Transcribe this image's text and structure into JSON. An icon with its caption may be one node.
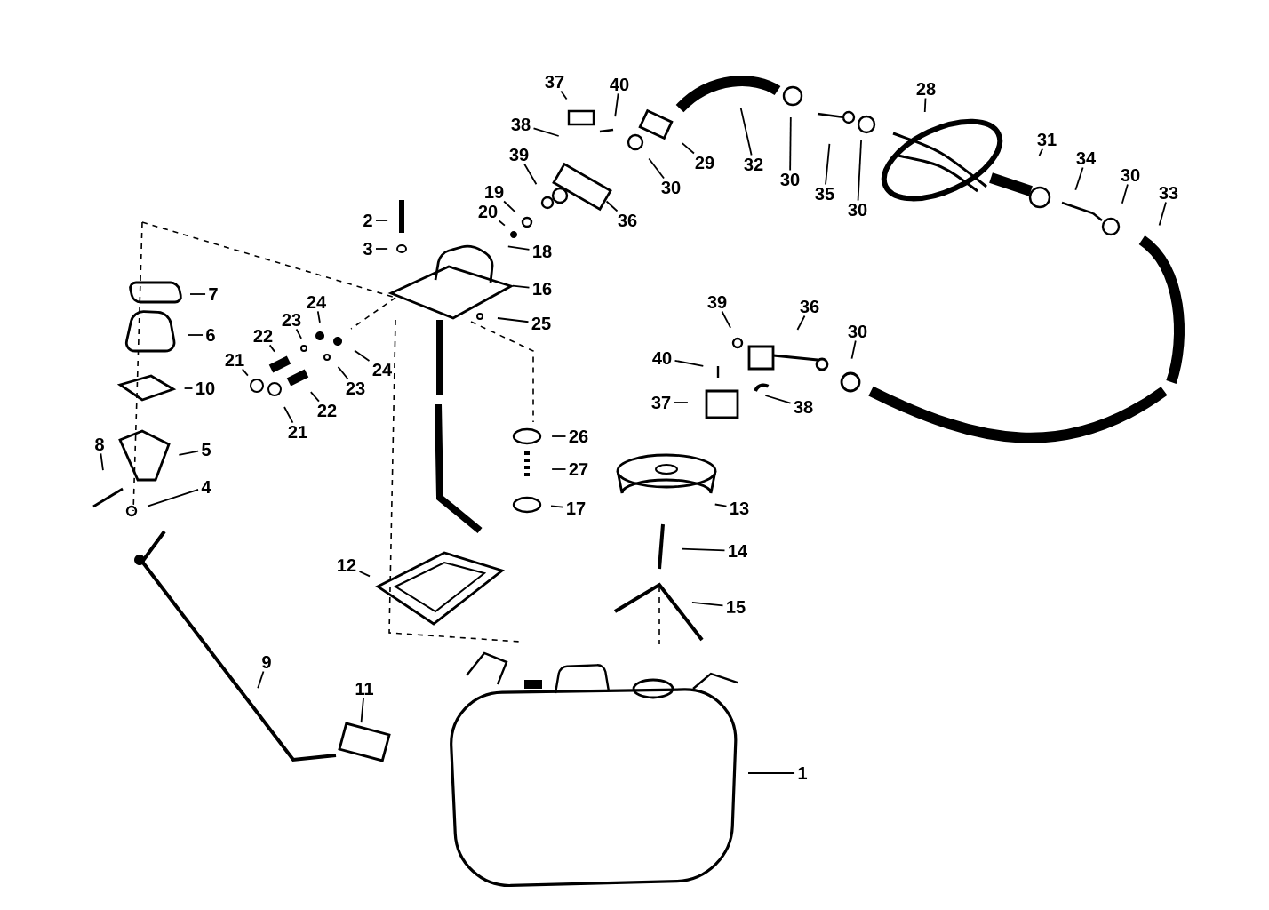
{
  "diagram": {
    "nodes": [
      {
        "text": [
          "37"
        ]
      },
      {
        "text": [
          "40"
        ]
      },
      {
        "text": [
          "38"
        ]
      },
      {
        "text": [
          "28"
        ]
      },
      {
        "text": [
          "32"
        ]
      },
      {
        "text": [
          "29"
        ]
      },
      {
        "text": [
          "30"
        ]
      },
      {
        "text": [
          "35"
        ]
      },
      {
        "text": [
          "30"
        ]
      },
      {
        "text": [
          "30"
        ]
      },
      {
        "text": [
          "31"
        ]
      },
      {
        "text": [
          "34"
        ]
      },
      {
        "text": [
          "30"
        ]
      },
      {
        "text": [
          "33"
        ]
      },
      {
        "text": [
          "39"
        ]
      },
      {
        "text": [
          "19"
        ]
      },
      {
        "text": [
          "36"
        ]
      },
      {
        "text": [
          "20"
        ]
      },
      {
        "text": [
          "2"
        ]
      },
      {
        "text": [
          "3"
        ]
      },
      {
        "text": [
          "18"
        ]
      },
      {
        "text": [
          "16"
        ]
      },
      {
        "text": [
          "7"
        ]
      },
      {
        "text": [
          "24"
        ]
      },
      {
        "text": [
          "6"
        ]
      },
      {
        "text": [
          "25"
        ]
      },
      {
        "text": [
          "23"
        ]
      },
      {
        "text": [
          "22"
        ]
      },
      {
        "text": [
          "24"
        ]
      },
      {
        "text": [
          "23"
        ]
      },
      {
        "text": [
          "21"
        ]
      },
      {
        "text": [
          "10"
        ]
      },
      {
        "text": [
          "22"
        ]
      },
      {
        "text": [
          "21"
        ]
      },
      {
        "text": [
          "8"
        ]
      },
      {
        "text": [
          "5"
        ]
      },
      {
        "text": [
          "4"
        ]
      },
      {
        "text": [
          "39"
        ]
      },
      {
        "text": [
          "36"
        ]
      },
      {
        "text": [
          "30"
        ]
      },
      {
        "text": [
          "40"
        ]
      },
      {
        "text": [
          "37"
        ]
      },
      {
        "text": [
          "38"
        ]
      },
      {
        "text": [
          "26"
        ]
      },
      {
        "text": [
          "27"
        ]
      },
      {
        "text": [
          "13"
        ]
      },
      {
        "text": [
          "17"
        ]
      },
      {
        "text": [
          "14"
        ]
      },
      {
        "text": [
          "12"
        ]
      },
      {
        "text": [
          "15"
        ]
      },
      {
        "text": [
          "9"
        ]
      },
      {
        "text": [
          "11"
        ]
      },
      {
        "text": [
          "1"
        ]
      }
    ],
    "edges": [
      {
        "from": 0,
        "to": null,
        "arrow": "none"
      },
      {
        "from": 1,
        "to": null,
        "arrow": "none"
      },
      {
        "from": 2,
        "to": null,
        "arrow": "none"
      },
      {
        "from": 3,
        "to": null,
        "arrow": "none"
      },
      {
        "from": 4,
        "to": null,
        "arrow": "none"
      },
      {
        "from": 5,
        "to": null,
        "arrow": "none"
      },
      {
        "from": 6,
        "to": null,
        "arrow": "none"
      },
      {
        "from": 7,
        "to": null,
        "arrow": "none"
      },
      {
        "from": 8,
        "to": null,
        "arrow": "none"
      },
      {
        "from": 9,
        "to": null,
        "arrow": "none"
      },
      {
        "from": 10,
        "to": null,
        "arrow": "none"
      },
      {
        "from": 11,
        "to": null,
        "arrow": "none"
      },
      {
        "from": 12,
        "to": null,
        "arrow": "none"
      },
      {
        "from": 13,
        "to": null,
        "arrow": "none"
      },
      {
        "from": 14,
        "to": null,
        "arrow": "none"
      },
      {
        "from": 15,
        "to": null,
        "arrow": "none"
      },
      {
        "from": 16,
        "to": null,
        "arrow": "none"
      },
      {
        "from": 17,
        "to": null,
        "arrow": "none"
      },
      {
        "from": 18,
        "to": null,
        "arrow": "none"
      },
      {
        "from": 19,
        "to": null,
        "arrow": "none"
      },
      {
        "from": 20,
        "to": null,
        "arrow": "none"
      },
      {
        "from": 21,
        "to": null,
        "arrow": "none"
      },
      {
        "from": 22,
        "to": null,
        "arrow": "none"
      },
      {
        "from": 23,
        "to": null,
        "arrow": "none"
      },
      {
        "from": 24,
        "to": null,
        "arrow": "none"
      },
      {
        "from": 25,
        "to": null,
        "arrow": "none"
      },
      {
        "from": 26,
        "to": null,
        "arrow": "none"
      },
      {
        "from": 27,
        "to": null,
        "arrow": "none"
      },
      {
        "from": 28,
        "to": null,
        "arrow": "none"
      },
      {
        "from": 29,
        "to": null,
        "arrow": "none"
      },
      {
        "from": 30,
        "to": null,
        "arrow": "none"
      },
      {
        "from": 31,
        "to": null,
        "arrow": "none"
      },
      {
        "from": 32,
        "to": null,
        "arrow": "none"
      },
      {
        "from": 33,
        "to": null,
        "arrow": "none"
      },
      {
        "from": 34,
        "to": null,
        "arrow": "none"
      },
      {
        "from": 35,
        "to": null,
        "arrow": "none"
      },
      {
        "from": 36,
        "to": null,
        "arrow": "none"
      },
      {
        "from": 37,
        "to": null,
        "arrow": "none"
      },
      {
        "from": 38,
        "to": null,
        "arrow": "none"
      },
      {
        "from": 39,
        "to": null,
        "arrow": "none"
      },
      {
        "from": 40,
        "to": null,
        "arrow": "none"
      },
      {
        "from": 41,
        "to": null,
        "arrow": "none"
      },
      {
        "from": 42,
        "to": null,
        "arrow": "none"
      },
      {
        "from": 43,
        "to": null,
        "arrow": "none"
      },
      {
        "from": 44,
        "to": null,
        "arrow": "none"
      },
      {
        "from": 45,
        "to": null,
        "arrow": "none"
      },
      {
        "from": 46,
        "to": null,
        "arrow": "none"
      },
      {
        "from": 47,
        "to": null,
        "arrow": "none"
      },
      {
        "from": 48,
        "to": null,
        "arrow": "none"
      },
      {
        "from": 49,
        "to": null,
        "arrow": "none"
      },
      {
        "from": 50,
        "to": null,
        "arrow": "none"
      },
      {
        "from": 51,
        "to": null,
        "arrow": "none"
      },
      {
        "from": 52,
        "to": null,
        "arrow": "none"
      }
    ]
  }
}
